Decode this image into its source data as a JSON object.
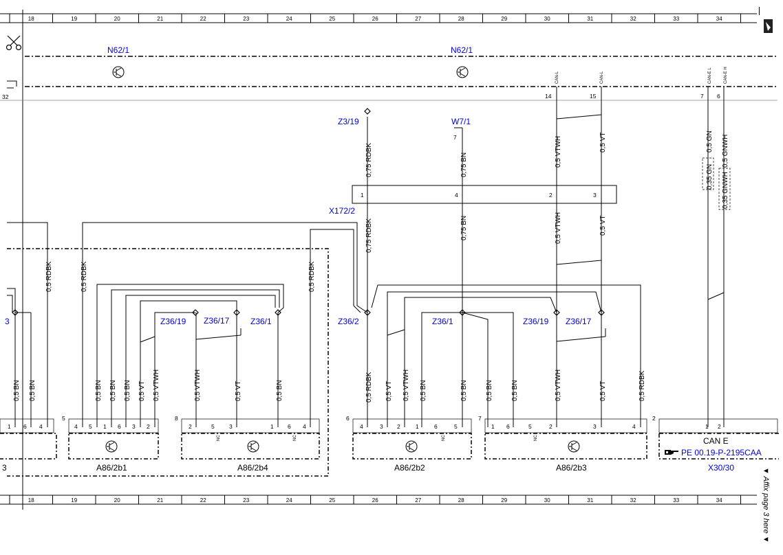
{
  "ruler": {
    "numbers": [
      "18",
      "19",
      "20",
      "21",
      "22",
      "23",
      "24",
      "25",
      "26",
      "27",
      "28",
      "29",
      "30",
      "31",
      "32",
      "33",
      "34"
    ]
  },
  "top_module": {
    "name_left": "N62/1",
    "name_right": "N62/1",
    "edge_number": "32",
    "pin_14": "14",
    "pin_15": "15",
    "pin_7": "7",
    "pin_6": "6",
    "can_l_1": "CAN-L",
    "can_l_2": "CAN-L",
    "can_e_l": "CAN-E L",
    "can_e_h": "CAN-E H"
  },
  "refs": {
    "z3_19": "Z3/19",
    "w7_1": "W7/1",
    "w7_1_pin": "7",
    "x172_2": "X172/2",
    "z36_19_a": "Z36/19",
    "z36_17_a": "Z36/17",
    "z36_1_a": "Z36/1",
    "z36_2": "Z36/2",
    "z36_1_b": "Z36/1",
    "z36_19_b": "Z36/19",
    "z36_17_b": "Z36/17",
    "left_edge_ref": "3"
  },
  "connector": {
    "pin_1": "1",
    "pin_4": "4",
    "pin_2": "2",
    "pin_3": "3"
  },
  "wires": {
    "rdbk_075": "0,75 RDBK",
    "bn_075": "0,75 BN",
    "vtwh_05": "0,5 VTWH",
    "vt_05": "0,5 VT",
    "gn_05": "0,5 GN",
    "gnwh_05": "0,5 GNWH",
    "gn_035": "0,35 GN",
    "gnwh_035": "0,35 GNWH",
    "rdbk_05": "0,5 RDBK",
    "bn_05": "0,5 BN"
  },
  "sensors": {
    "left_partial": {
      "name": "3",
      "pins": [
        "1",
        "6",
        "4"
      ]
    },
    "a86_2b1": {
      "name": "A86/2b1",
      "index": "5",
      "pins": [
        "4",
        "5",
        "1",
        "6",
        "3",
        "2"
      ]
    },
    "a86_2b4": {
      "name": "A86/2b4",
      "index": "8",
      "pins": [
        "2",
        "5",
        "3",
        "1",
        "6",
        "4"
      ],
      "nc": "NC"
    },
    "a86_2b2": {
      "name": "A86/2b2",
      "index": "6",
      "pins": [
        "4",
        "3",
        "2",
        "1",
        "6",
        "5"
      ],
      "nc": "NC"
    },
    "a86_2b3": {
      "name": "A86/2b3",
      "index": "7",
      "pins": [
        "1",
        "6",
        "5",
        "2",
        "3",
        "4"
      ],
      "nc": "NC"
    },
    "x30_30": {
      "name": "X30/30",
      "index": "2",
      "title": "CAN E",
      "link": "PE 00.19-P-2195CAA",
      "pins": [
        "1",
        "2"
      ]
    }
  },
  "side_note": "▼ Affix page 3 here ▼"
}
